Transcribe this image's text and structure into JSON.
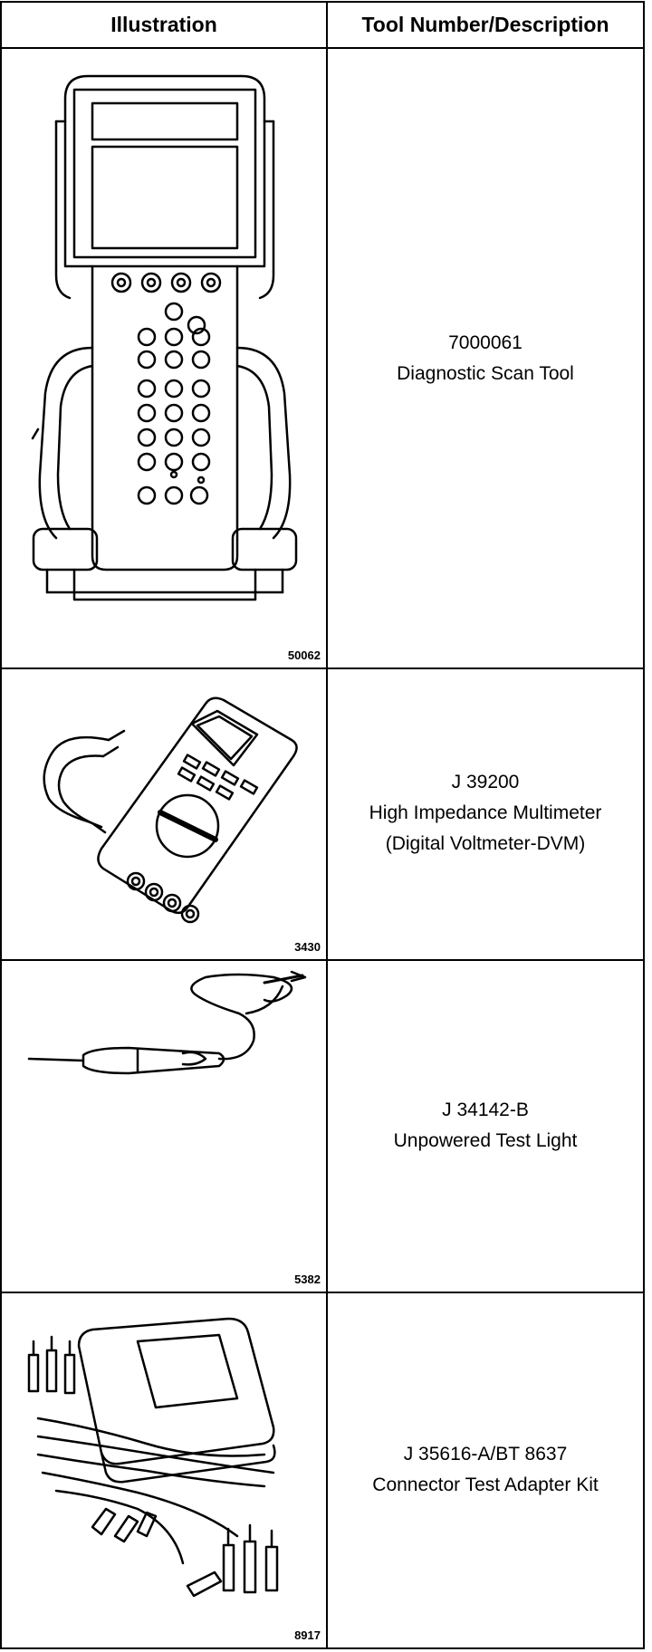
{
  "table": {
    "header": {
      "illustration": "Illustration",
      "description": "Tool Number/Description"
    },
    "rows": [
      {
        "figure_number": "50062",
        "tool_number": "7000061",
        "description": [
          "Diagnostic Scan Tool"
        ],
        "icon": "scan-tool-illustration"
      },
      {
        "figure_number": "3430",
        "tool_number": "J 39200",
        "description": [
          "High Impedance Multimeter",
          "(Digital Voltmeter-DVM)"
        ],
        "icon": "multimeter-illustration"
      },
      {
        "figure_number": "5382",
        "tool_number": "J 34142-B",
        "description": [
          "Unpowered Test Light"
        ],
        "icon": "test-light-illustration"
      },
      {
        "figure_number": "8917",
        "tool_number": "J 35616-A/BT 8637",
        "description": [
          "Connector Test Adapter Kit"
        ],
        "icon": "adapter-kit-illustration"
      }
    ]
  }
}
